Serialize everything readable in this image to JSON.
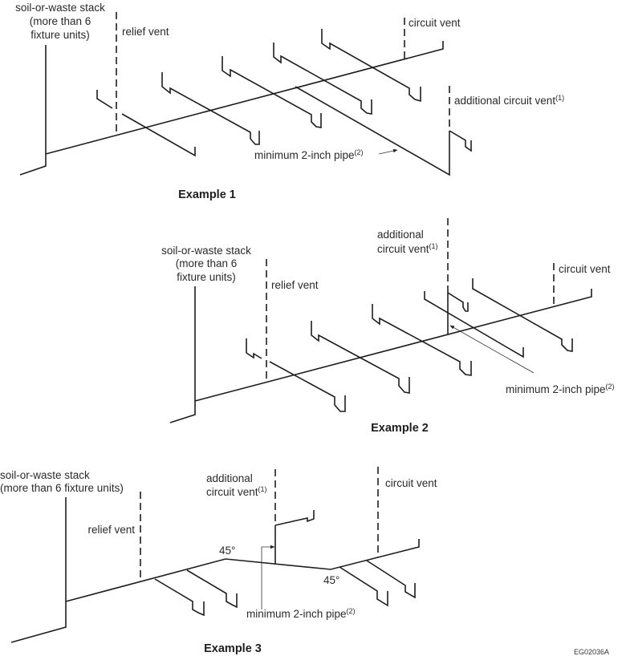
{
  "examples": [
    {
      "title": "Example 1",
      "stack_label": [
        "soil-or-waste stack",
        "(more than 6",
        "fixture units)"
      ],
      "relief_vent": "relief vent",
      "circuit_vent": "circuit vent",
      "additional_vent": [
        "additional circuit vent"
      ],
      "additional_note": "(1)",
      "min_pipe": "minimum 2-inch pipe",
      "min_pipe_note": "(2)"
    },
    {
      "title": "Example 2",
      "stack_label": [
        "soil-or-waste stack",
        "(more than 6",
        "fixture units)"
      ],
      "relief_vent": "relief vent",
      "circuit_vent": "circuit vent",
      "additional_vent": [
        "additional",
        "circuit vent"
      ],
      "additional_note": "(1)",
      "min_pipe": "minimum 2-inch pipe",
      "min_pipe_note": "(2)"
    },
    {
      "title": "Example 3",
      "stack_label": [
        "soil-or-waste stack",
        "(more than 6 fixture units)"
      ],
      "relief_vent": "relief vent",
      "circuit_vent": "circuit vent",
      "additional_vent": [
        "additional",
        "circuit vent"
      ],
      "additional_note": "(1)",
      "min_pipe": "minimum 2-inch pipe",
      "min_pipe_note": "(2)",
      "angles": [
        "45°",
        "45°"
      ]
    }
  ],
  "figure_code": "EG02036A"
}
